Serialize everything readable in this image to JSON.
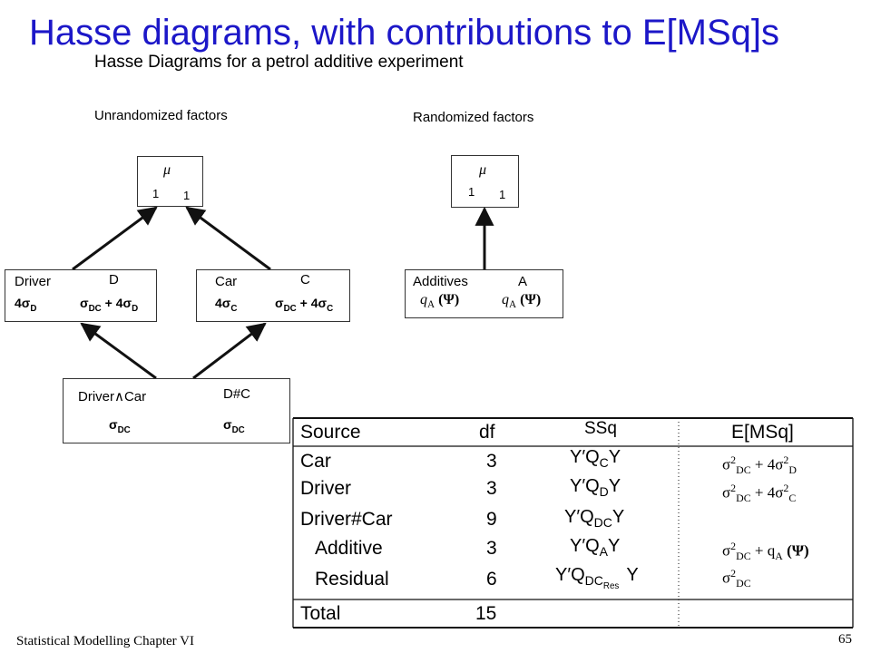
{
  "title": "Hasse diagrams, with contributions to E[MSq]s",
  "subtitle": "Hasse Diagrams for a petrol additive experiment",
  "unrandomized": {
    "heading": "Unrandomized factors",
    "mu_symbol": "μ",
    "mu_left": "1",
    "mu_right": "1",
    "driver": {
      "name": "Driver",
      "code": "D",
      "left": "4σ",
      "left_sub": "D",
      "right_a": "σ",
      "right_a_sub": "DC",
      "right_b": " + 4σ",
      "right_b_sub": "D"
    },
    "car": {
      "name": "Car",
      "code": "C",
      "left": "4σ",
      "left_sub": "C",
      "right_a": "σ",
      "right_a_sub": "DC",
      "right_b": " + 4σ",
      "right_b_sub": "C"
    },
    "interaction": {
      "name": "Driver∧Car",
      "code": "D#C",
      "left": "σ",
      "left_sub": "DC",
      "right": "σ",
      "right_sub": "DC"
    }
  },
  "randomized": {
    "heading": "Randomized factors",
    "mu_symbol": "μ",
    "mu_left": "1",
    "mu_right": "1",
    "additives": {
      "name": "Additives",
      "code": "A",
      "left_q": "q",
      "left_q_sub": "A",
      "left_psi": "(Ψ)",
      "right_q": "q",
      "right_q_sub": "A",
      "right_psi": "(Ψ)"
    }
  },
  "anova_table": {
    "headers": {
      "source": "Source",
      "df": "df",
      "ssq": "SSq",
      "emsq": "E[MSq]"
    },
    "rows": [
      {
        "source": "Car",
        "df": "3",
        "ssq_a": "Y′Q",
        "ssq_sub": "C",
        "ssq_b": "Y",
        "ems_a": "σ",
        "ems_a_sub": "DC",
        "ems_b": " + 4σ",
        "ems_b_sub": "D"
      },
      {
        "source": "Driver",
        "df": "3",
        "ssq_a": "Y′Q",
        "ssq_sub": "D",
        "ssq_b": "Y",
        "ems_a": "σ",
        "ems_a_sub": "DC",
        "ems_b": " + 4σ",
        "ems_b_sub": "C"
      },
      {
        "source": "Driver#Car",
        "df": "9",
        "ssq_a": "Y′Q",
        "ssq_sub": "DC",
        "ssq_b": "Y",
        "ems_a": "",
        "ems_a_sub": "",
        "ems_b": "",
        "ems_b_sub": ""
      },
      {
        "source": "Additive",
        "df": "3",
        "ssq_a": "Y′Q",
        "ssq_sub": "A",
        "ssq_b": "Y",
        "ems_a": "σ",
        "ems_a_sub": "DC",
        "ems_b": " + q",
        "ems_b_sub": "A",
        "ems_c": "(Ψ)"
      },
      {
        "source": "Residual",
        "df": "6",
        "ssq_a": "Y′Q",
        "ssq_sub": "DC",
        "ssq_subsub": "Res",
        "ssq_b": "Y",
        "ems_a": "σ",
        "ems_a_sub": "DC",
        "ems_b": "",
        "ems_b_sub": ""
      }
    ],
    "total": {
      "source": "Total",
      "df": "15"
    }
  },
  "footer": {
    "course": "Statistical Modelling   Chapter VI",
    "page": "65"
  }
}
